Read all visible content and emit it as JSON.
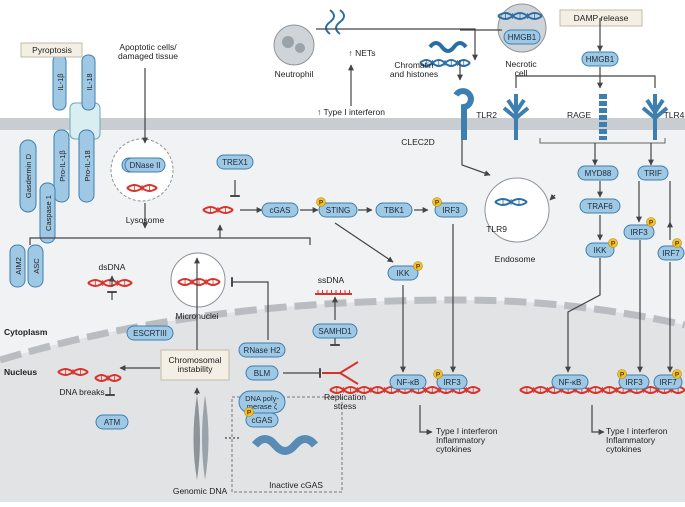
{
  "colors": {
    "protein_fill": "#9fc8e4",
    "protein_stroke": "#3d7fb0",
    "membrane": "#c9ccd0",
    "cytoplasm_bg": "#f1f2f3",
    "nucleus_bg": "#e2e3e5",
    "dna_red": "#d9322b",
    "dna_blue": "#2a6ea6",
    "phospho": "#f2bf2f",
    "arrow": "#444444",
    "box_fill": "#f4efe4"
  },
  "labels": {
    "pyroptosis": "Pyroptosis",
    "apoptotic": [
      "Apoptotic cells/",
      "damaged tissue"
    ],
    "neutrophil": "Neutrophil",
    "nets": "↑ NETs",
    "type1_ifn": "↑ Type I interferon",
    "chromatin": [
      "Chromatin",
      "and histones"
    ],
    "necrotic": [
      "Necrotic",
      "cell"
    ],
    "damp_release": "DAMP release",
    "lysosome": "Lysosome",
    "endosome": "Endosome",
    "dsdna": "dsDNA",
    "ssdna": "ssDNA",
    "micronuclei": "Micronuclei",
    "cytoplasm": "Cytoplasm",
    "nucleus": "Nucleus",
    "dna_breaks": "DNA breaks",
    "chromosomal_instability": [
      "Chromosomal",
      "instability"
    ],
    "replication_stress": [
      "Replication",
      "stress"
    ],
    "genomic_dna": "Genomic DNA",
    "inactive_cgas": "Inactive cGAS",
    "output_left": [
      "Type I interferon",
      "Inflammatory",
      "cytokines"
    ],
    "output_right": [
      "Type I interferon",
      "Inflammatory",
      "cytokines"
    ]
  },
  "proteins": {
    "il1b": "IL-1β",
    "il18": "IL-18",
    "pro_il1b": "Pro-IL-1β",
    "pro_il18": "Pro-IL-18",
    "gasdermin": "Gasdermin D",
    "caspase1": "Caspase 1",
    "asc": "ASC",
    "aim2": "AIM2",
    "dnase2": "DNase II",
    "trex1": "TREX1",
    "cgas": "cGAS",
    "sting": "STING",
    "tbk1": "TBK1",
    "irf3": "IRF3",
    "ikk": "IKK",
    "nfkb": "NF-κB",
    "escrtiii": "ESCRTIII",
    "atm": "ATM",
    "rnaseh2": "RNase H2",
    "blm": "BLM",
    "dna_polymerase": [
      "DNA poly-",
      "merase ζ"
    ],
    "samhd1": "SAMHD1",
    "hmgb1": "HMGB1",
    "clec2d": "CLEC2D",
    "tlr9": "TLR9",
    "tlr2": "TLR2",
    "rage": "RAGE",
    "tlr4": "TLR4",
    "myd88": "MYD88",
    "traf6": "TRAF6",
    "trif": "TRIF",
    "irf7": "IRF7",
    "phospho": "P"
  }
}
